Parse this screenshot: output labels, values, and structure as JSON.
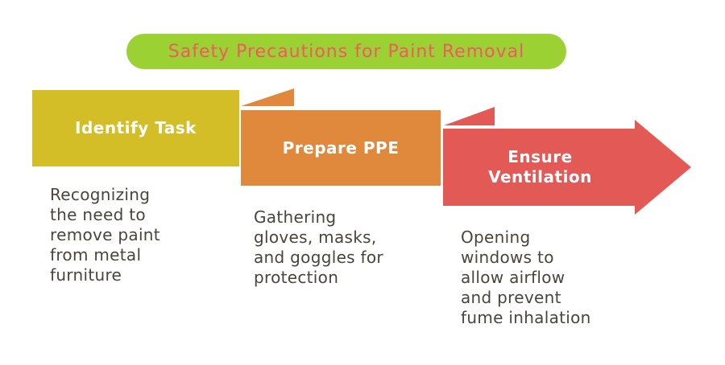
{
  "title": {
    "text": "Safety Precautions for Paint Removal",
    "bg_color": "#9CD133",
    "text_color": "#F05A60"
  },
  "steps": [
    {
      "label": "Identify Task",
      "description": "Recognizing\nthe need to\nremove paint\nfrom metal\nfurniture",
      "color": "#D3BE28"
    },
    {
      "label": "Prepare PPE",
      "description": "Gathering\ngloves, masks,\nand goggles for\nprotection",
      "color": "#E0893D"
    },
    {
      "label": "Ensure\nVentilation",
      "description": "Opening\nwindows to\nallow airflow\nand prevent\nfume inhalation",
      "color": "#E35955"
    }
  ],
  "label_text_color": "#FFFFFF",
  "description_text_color": "#4B443B",
  "background_color": "#FFFFFF"
}
